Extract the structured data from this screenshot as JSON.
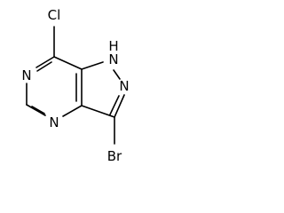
{
  "structure": {
    "atoms": [
      {
        "id": "Cl",
        "label": "Cl"
      },
      {
        "id": "N_top_left",
        "label": "N"
      },
      {
        "id": "N_bottom_left",
        "label": "N"
      },
      {
        "id": "NH",
        "label": "N"
      },
      {
        "id": "H",
        "label": "H"
      },
      {
        "id": "N_right",
        "label": "N"
      },
      {
        "id": "Br",
        "label": "Br"
      }
    ],
    "bond_color": "#000000",
    "label_color": "#000000",
    "background": "#ffffff"
  }
}
